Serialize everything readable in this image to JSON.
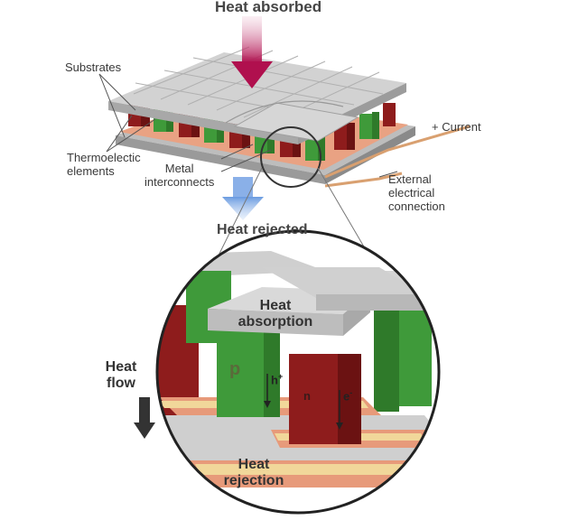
{
  "labels": {
    "heat_absorbed": "Heat absorbed",
    "substrates": "Substrates",
    "current": "+ Current",
    "thermoelectic_line1": "Thermoelectic",
    "thermoelectic_line2": "elements",
    "metal_line1": "Metal",
    "metal_line2": "interconnects",
    "external_line1": "External",
    "external_line2": "electrical",
    "external_line3": "connection",
    "heat_rejected": "Heat rejected"
  },
  "inset": {
    "heat_absorption_line1": "Heat",
    "heat_absorption_line2": "absorption",
    "heat_flow_line1": "Heat",
    "heat_flow_line2": "flow",
    "p_type": "p",
    "n_type": "n",
    "hole": "h",
    "hole_sup": "+",
    "electron": "e",
    "electron_sup": "-",
    "heat_rejection_line1": "Heat",
    "heat_rejection_line2": "rejection"
  },
  "colors": {
    "p_leg": "#3f9a3a",
    "n_leg": "#8e1c1c",
    "substrate": "#c8c8c8",
    "interconnect": "#e79a7a",
    "arrow_in": "#c2185b",
    "arrow_out": "#4a7fd0"
  }
}
